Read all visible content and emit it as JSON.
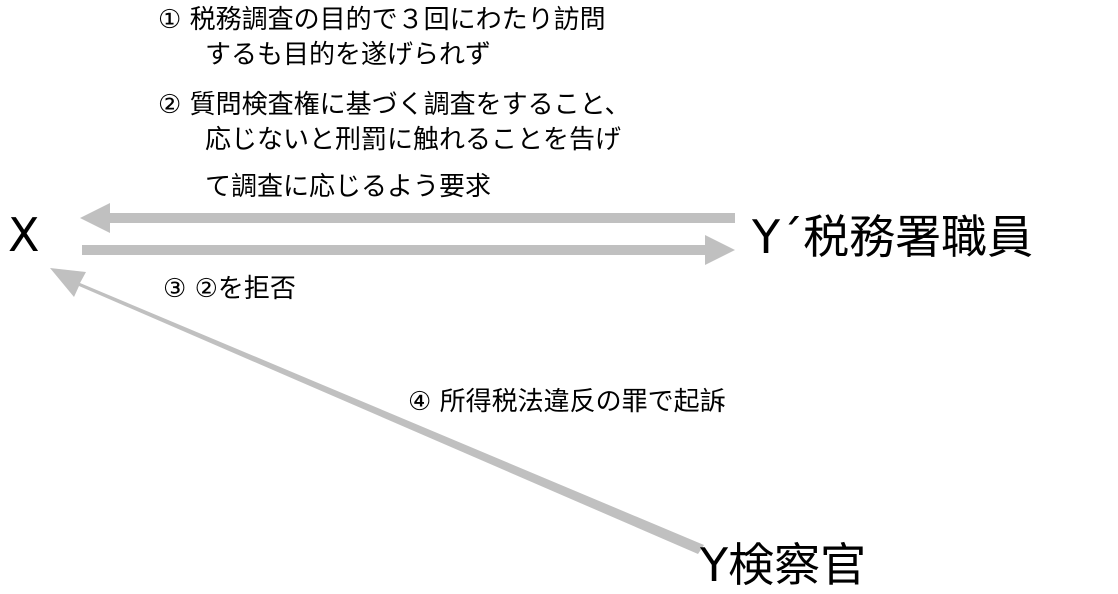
{
  "step1": {
    "num": "①",
    "lines": [
      "税務調査の目的で３回にわたり訪問",
      "するも目的を遂げられず"
    ]
  },
  "step2": {
    "num": "②",
    "lines": [
      "質問検査権に基づく調査をすること、",
      "応じないと刑罰に触れることを告げ",
      "て調査に応じるよう要求"
    ]
  },
  "step3": {
    "num": "③",
    "text": "②を拒否"
  },
  "step4": {
    "num": "④",
    "text": "所得税法違反の罪で起訴"
  },
  "nodes": {
    "x": "X",
    "tax_official": "Y´税務署職員",
    "prosecutor": "Y検察官"
  },
  "colors": {
    "arrow": "#c0c0c0"
  }
}
